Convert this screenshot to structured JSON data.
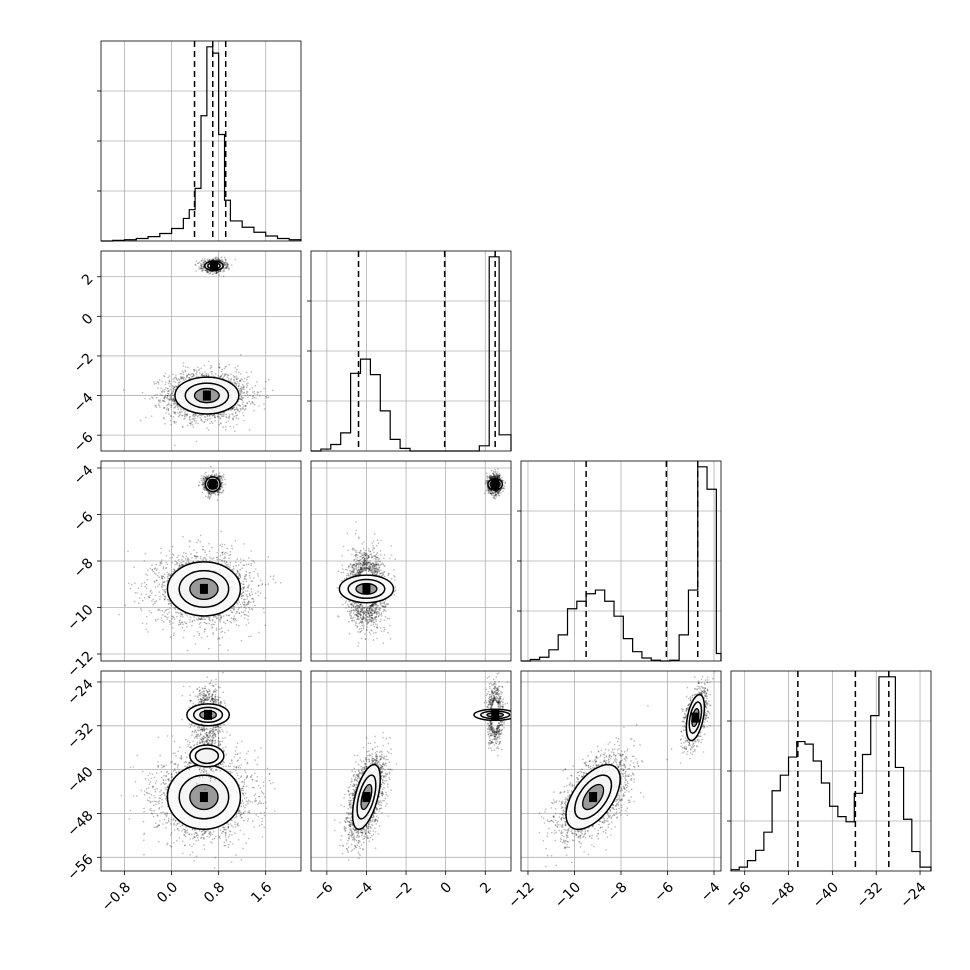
{
  "chart_data": {
    "type": "corner",
    "grid": true,
    "dimensions": [
      {
        "range": [
          -1.2,
          2.2
        ],
        "ticks": [
          "−0.8",
          "0.0",
          "0.8",
          "1.6"
        ],
        "tick_values": [
          -0.8,
          0.0,
          0.8,
          1.6
        ],
        "quantiles": [
          0.39,
          0.7,
          0.92
        ]
      },
      {
        "range": [
          -6.8,
          3.3
        ],
        "ticks": [
          "−6",
          "−4",
          "−2",
          "0",
          "2"
        ],
        "tick_values": [
          -6,
          -4,
          -2,
          0,
          2
        ],
        "quantiles": [
          -4.4,
          -0.05,
          2.5
        ]
      },
      {
        "range": [
          -12.3,
          -3.7
        ],
        "ticks": [
          "−12",
          "−10",
          "−8",
          "−6",
          "−4"
        ],
        "tick_values": [
          -12,
          -10,
          -8,
          -6,
          -4
        ],
        "quantiles": [
          -9.5,
          -6.05,
          -4.7
        ]
      },
      {
        "range": [
          -58.5,
          -22.0
        ],
        "ticks": [
          "−56",
          "−48",
          "−40",
          "−32",
          "−24"
        ],
        "tick_values": [
          -56,
          -48,
          -40,
          -32,
          -24
        ],
        "quantiles": [
          -46.3,
          -35.8,
          -29.7
        ]
      }
    ],
    "histograms": [
      {
        "dim": 0,
        "edges": [
          -1.2,
          -1.0,
          -0.8,
          -0.6,
          -0.4,
          -0.2,
          0.0,
          0.2,
          0.3,
          0.4,
          0.5,
          0.6,
          0.7,
          0.8,
          0.9,
          1.0,
          1.2,
          1.4,
          1.6,
          1.8,
          2.0,
          2.2
        ],
        "counts": [
          0,
          1,
          2,
          4,
          7,
          12,
          20,
          36,
          50,
          84,
          200,
          310,
          300,
          170,
          65,
          32,
          22,
          14,
          8,
          4,
          2
        ]
      },
      {
        "dim": 1,
        "edges": [
          -6.8,
          -6.3,
          -5.8,
          -5.3,
          -4.8,
          -4.3,
          -3.8,
          -3.3,
          -2.8,
          -2.3,
          -1.8,
          -1.3,
          -0.8,
          -0.3,
          0.2,
          0.7,
          1.2,
          1.7,
          2.2,
          2.7,
          3.3
        ],
        "counts": [
          0,
          3,
          10,
          28,
          120,
          142,
          118,
          62,
          18,
          4,
          0,
          0,
          0,
          0,
          0,
          0,
          0,
          8,
          300,
          25
        ]
      },
      {
        "dim": 2,
        "edges": [
          -12.3,
          -11.9,
          -11.5,
          -11.1,
          -10.7,
          -10.3,
          -9.9,
          -9.5,
          -9.1,
          -8.7,
          -8.3,
          -7.9,
          -7.5,
          -7.1,
          -6.7,
          -6.3,
          -5.9,
          -5.5,
          -5.1,
          -4.7,
          -4.3,
          -3.9,
          -3.7
        ],
        "counts": [
          0,
          4,
          10,
          30,
          70,
          140,
          160,
          180,
          190,
          160,
          120,
          60,
          25,
          8,
          2,
          0,
          2,
          70,
          190,
          520,
          460,
          20
        ]
      },
      {
        "dim": 3,
        "edges": [
          -58.5,
          -57.0,
          -55.5,
          -54.0,
          -52.5,
          -51.0,
          -49.5,
          -48.0,
          -46.5,
          -45.0,
          -43.5,
          -42.0,
          -40.5,
          -39.0,
          -37.5,
          -36.0,
          -34.5,
          -33.0,
          -31.5,
          -30.0,
          -28.5,
          -27.0,
          -25.5,
          -24.0,
          -22.0
        ],
        "counts": [
          1,
          3,
          8,
          16,
          30,
          62,
          74,
          88,
          100,
          98,
          85,
          68,
          50,
          42,
          38,
          60,
          90,
          120,
          150,
          150,
          80,
          40,
          15,
          3
        ]
      }
    ],
    "pair_plots": [
      {
        "x": 0,
        "y": 1,
        "clusters": [
          {
            "mean": [
              0.6,
              -4.0
            ],
            "sd": [
              0.35,
              0.6
            ],
            "n": 2200
          },
          {
            "mean": [
              0.72,
              2.55
            ],
            "sd": [
              0.1,
              0.15
            ],
            "n": 900
          }
        ]
      },
      {
        "x": 0,
        "y": 2,
        "clusters": [
          {
            "mean": [
              0.55,
              -9.2
            ],
            "sd": [
              0.4,
              0.75
            ],
            "n": 2200
          },
          {
            "mean": [
              0.7,
              -4.7
            ],
            "sd": [
              0.08,
              0.2
            ],
            "n": 900
          }
        ]
      },
      {
        "x": 1,
        "y": 2,
        "clusters": [
          {
            "mean": [
              -4.0,
              -9.2
            ],
            "sd": [
              0.45,
              0.75
            ],
            "n": 2200
          },
          {
            "mean": [
              2.5,
              -4.7
            ],
            "sd": [
              0.18,
              0.2
            ],
            "n": 900
          }
        ]
      },
      {
        "x": 0,
        "y": 3,
        "clusters": [
          {
            "mean": [
              0.55,
              -45.0
            ],
            "sd": [
              0.4,
              3.8
            ],
            "n": 2200
          },
          {
            "mean": [
              0.62,
              -30.0
            ],
            "sd": [
              0.12,
              2.5
            ],
            "n": 900
          },
          {
            "mean": [
              0.6,
              -37.5
            ],
            "sd": [
              0.12,
              2.0
            ],
            "n": 350
          }
        ]
      },
      {
        "x": 1,
        "y": 3,
        "clusters": [
          {
            "mean": [
              -4.0,
              -45.0
            ],
            "sd": [
              0.45,
              3.8
            ],
            "n": 2200,
            "rho": 0.55
          },
          {
            "mean": [
              2.5,
              -30.0
            ],
            "sd": [
              0.18,
              2.5
            ],
            "n": 900
          }
        ]
      },
      {
        "x": 2,
        "y": 3,
        "clusters": [
          {
            "mean": [
              -9.2,
              -45.0
            ],
            "sd": [
              0.75,
              3.8
            ],
            "n": 2200,
            "rho": 0.55
          },
          {
            "mean": [
              -4.8,
              -30.5
            ],
            "sd": [
              0.25,
              2.7
            ],
            "n": 900,
            "rho": 0.45
          }
        ]
      }
    ]
  }
}
